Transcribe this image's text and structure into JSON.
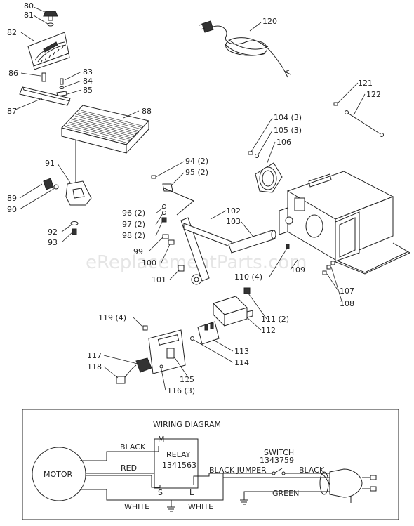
{
  "watermark": "eReplacementParts.com",
  "callouts": [
    "80",
    "81",
    "82",
    "83",
    "84",
    "85",
    "86",
    "87",
    "88",
    "89",
    "90",
    "91",
    "92",
    "93",
    "94 (2)",
    "95 (2)",
    "96 (2)",
    "97 (2)",
    "98 (2)",
    "99",
    "100",
    "101",
    "102",
    "103",
    "104 (3)",
    "105 (3)",
    "106",
    "107",
    "108",
    "109",
    "110 (4)",
    "111 (2)",
    "112",
    "113",
    "114",
    "115",
    "116 (3)",
    "117",
    "118",
    "119 (4)",
    "120",
    "121",
    "122"
  ],
  "wiring": {
    "title": "WIRING DIAGRAM",
    "motor": "MOTOR",
    "relay": "RELAY",
    "relay_number": "1341563",
    "relay_m": "M",
    "relay_s": "S",
    "relay_l": "L",
    "switch": "SWITCH",
    "switch_number": "1343759",
    "black_top": "BLACK",
    "red": "RED",
    "white_left": "WHITE",
    "white_right": "WHITE",
    "black_jumper": "BLACK JUMPER",
    "black_right": "BLACK",
    "green": "GREEN"
  }
}
